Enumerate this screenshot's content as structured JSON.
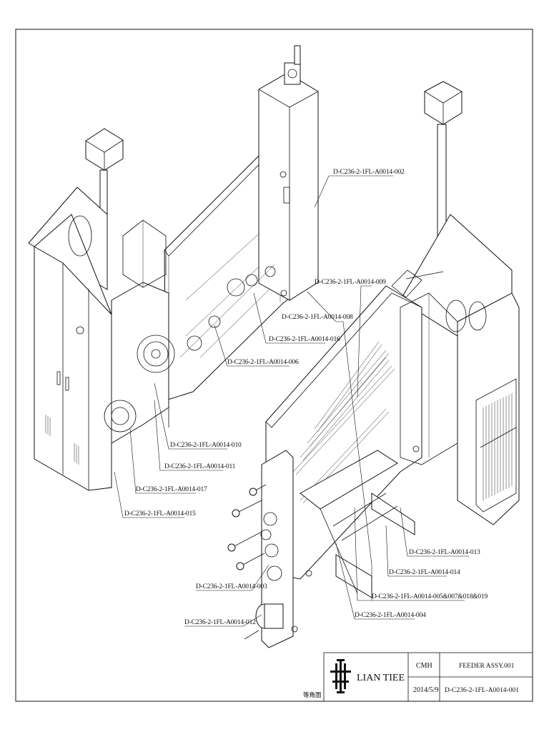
{
  "callouts": [
    {
      "id": "c002",
      "text": "D-C236-2-1FL-A0014-002"
    },
    {
      "id": "c009",
      "text": "D-C236-2-1FL-A0014-009"
    },
    {
      "id": "c008",
      "text": "D-C236-2-1FL-A0014-008"
    },
    {
      "id": "c016",
      "text": "D-C236-2-1FL-A0014-016"
    },
    {
      "id": "c006",
      "text": "D-C236-2-1FL-A0014-006"
    },
    {
      "id": "c010",
      "text": "D-C236-2-1FL-A0014-010"
    },
    {
      "id": "c011",
      "text": "D-C236-2-1FL-A0014-011"
    },
    {
      "id": "c017",
      "text": "D-C236-2-1FL-A0014-017"
    },
    {
      "id": "c015",
      "text": "D-C236-2-1FL-A0014-015"
    },
    {
      "id": "c013",
      "text": "D-C236-2-1FL-A0014-013"
    },
    {
      "id": "c014",
      "text": "D-C236-2-1FL-A0014-014"
    },
    {
      "id": "c005",
      "text": "D-C236-2-1FL-A0014-005&007&018&019"
    },
    {
      "id": "c004",
      "text": "D-C236-2-1FL-A0014-004"
    },
    {
      "id": "c003",
      "text": "D-C236-2-1FL-A0014-003"
    },
    {
      "id": "c012",
      "text": "D-C236-2-1FL-A0014-012"
    }
  ],
  "title_block": {
    "company": "LIAN TIEE",
    "drawn_by": "CMH",
    "date": "2014/5/9",
    "title": "FEEDER ASSY.001",
    "drawing_no": "D-C236-2-1FL-A0014-001",
    "view_note": "等角圖"
  }
}
